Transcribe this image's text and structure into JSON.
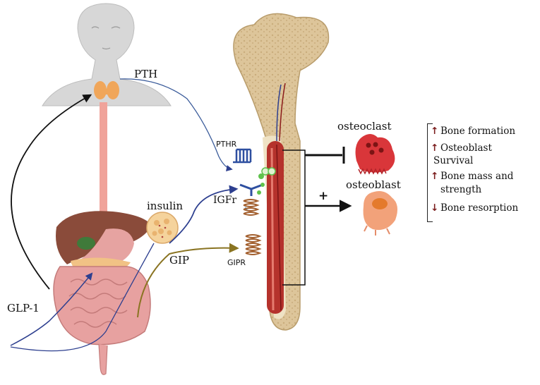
{
  "labels": {
    "pth": "PTH",
    "pthr": "PTHR",
    "insulin": "insulin",
    "igfr": "IGFr",
    "gip": "GIP",
    "gipr": "GIPR",
    "glp1": "GLP-1",
    "osteoclast": "osteoclast",
    "osteoblast": "osteoblast",
    "plus": "+"
  },
  "effects": [
    {
      "direction": "up",
      "text": "Bone formation"
    },
    {
      "direction": "up",
      "text": "Osteoblast"
    },
    {
      "direction": "none",
      "text": "Survival"
    },
    {
      "direction": "up",
      "text": "Bone mass and"
    },
    {
      "direction": "none",
      "text": "strength"
    },
    {
      "direction": "down",
      "text": "Bone resorption"
    }
  ],
  "colors": {
    "arrow_black": "#111111",
    "arrow_pth": "#3a5b9a",
    "arrow_insulin": "#2d3f8f",
    "arrow_gip": "#8a7422",
    "bone": "#e6d3ad",
    "marrow": "#b5322c",
    "osteoclast": "#d9363a",
    "osteoblast": "#f2a27a",
    "effect_arrow": "#7a1b1b"
  }
}
